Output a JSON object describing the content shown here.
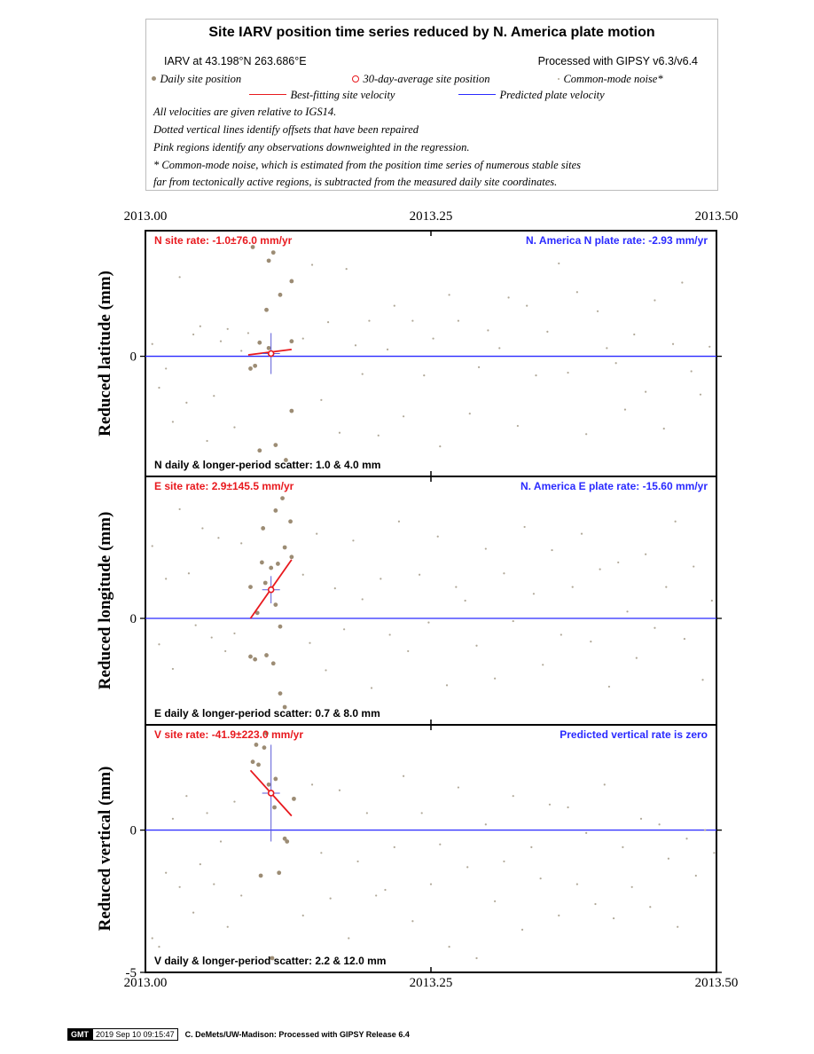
{
  "legend": {
    "title": "Site IARV position time series reduced by N. America plate motion",
    "site_coord": "IARV at 43.198°N 263.686°E",
    "processed": "Processed with GIPSY v6.3/v6.4",
    "items": {
      "daily": "Daily site position",
      "avg30": "30-day-average site position",
      "common_mode": "Common-mode noise*",
      "best_fit": "Best-fitting site velocity",
      "predicted": "Predicted plate velocity"
    },
    "notes": [
      "All velocities are given relative to IGS14.",
      "Dotted vertical lines identify offsets that have been repaired",
      "Pink regions identify any observations downweighted in the regression.",
      "* Common-mode noise, which is estimated from the position time series of numerous stable sites",
      "far from tectonically active regions, is subtracted from the measured daily site coordinates."
    ]
  },
  "colors": {
    "daily": "#9c8c74",
    "common_mode": "#b0a898",
    "site_rate": "#e8191e",
    "plate_rate": "#2a2aff",
    "error_bar": "#5a5ad8"
  },
  "footer": {
    "logo": "GMT",
    "timestamp": "2019 Sep 10 09:15:47",
    "credit": "C. DeMets/UW-Madison: Processed with GIPSY Release 6.4"
  },
  "chart_data": {
    "type": "scatter",
    "x_ticks": [
      "2013.00",
      "2013.25",
      "2013.50"
    ],
    "xlim": [
      2013.0,
      2013.5
    ],
    "panels": [
      {
        "id": "north",
        "ylabel": "Reduced latitude (mm)",
        "ylim": [
          -8.8,
          9.2
        ],
        "yticks": [
          {
            "value": 0,
            "label": "0"
          }
        ],
        "site_rate": "N site rate:  -1.0±76.0 mm/yr",
        "plate_rate": "N. America N plate rate: -2.93 mm/yr",
        "scatter": "N daily & longer-period scatter:   1.0 &   4.0 mm",
        "daily": [
          [
            2013.094,
            8.0
          ],
          [
            2013.112,
            7.6
          ],
          [
            2013.108,
            7.0
          ],
          [
            2013.128,
            5.5
          ],
          [
            2013.118,
            4.5
          ],
          [
            2013.106,
            3.4
          ],
          [
            2013.1,
            1.0
          ],
          [
            2013.128,
            1.1
          ],
          [
            2013.108,
            0.6
          ],
          [
            2013.092,
            -0.9
          ],
          [
            2013.096,
            -0.7
          ],
          [
            2013.128,
            -4.0
          ],
          [
            2013.114,
            -6.5
          ],
          [
            2013.1,
            -6.9
          ],
          [
            2013.123,
            -7.6
          ]
        ],
        "common_mode": [
          [
            2013.006,
            0.9
          ],
          [
            2013.012,
            -2.3
          ],
          [
            2013.018,
            -0.9
          ],
          [
            2013.024,
            -4.8
          ],
          [
            2013.03,
            5.8
          ],
          [
            2013.036,
            -3.4
          ],
          [
            2013.042,
            1.6
          ],
          [
            2013.048,
            2.2
          ],
          [
            2013.054,
            -6.2
          ],
          [
            2013.06,
            -2.9
          ],
          [
            2013.066,
            1.1
          ],
          [
            2013.072,
            2.0
          ],
          [
            2013.078,
            -5.2
          ],
          [
            2013.084,
            0.4
          ],
          [
            2013.09,
            1.7
          ],
          [
            2013.138,
            1.3
          ],
          [
            2013.146,
            6.7
          ],
          [
            2013.154,
            -3.2
          ],
          [
            2013.16,
            2.5
          ],
          [
            2013.17,
            -5.6
          ],
          [
            2013.176,
            6.4
          ],
          [
            2013.184,
            0.8
          ],
          [
            2013.19,
            -1.3
          ],
          [
            2013.196,
            2.6
          ],
          [
            2013.204,
            -5.8
          ],
          [
            2013.212,
            0.5
          ],
          [
            2013.218,
            3.7
          ],
          [
            2013.226,
            -4.4
          ],
          [
            2013.234,
            2.6
          ],
          [
            2013.244,
            -1.4
          ],
          [
            2013.252,
            1.3
          ],
          [
            2013.258,
            -6.6
          ],
          [
            2013.266,
            4.5
          ],
          [
            2013.274,
            2.6
          ],
          [
            2013.284,
            -4.2
          ],
          [
            2013.292,
            -0.8
          ],
          [
            2013.3,
            1.9
          ],
          [
            2013.31,
            0.6
          ],
          [
            2013.318,
            4.3
          ],
          [
            2013.326,
            -5.1
          ],
          [
            2013.334,
            3.7
          ],
          [
            2013.342,
            -1.4
          ],
          [
            2013.352,
            1.8
          ],
          [
            2013.362,
            6.8
          ],
          [
            2013.37,
            -1.2
          ],
          [
            2013.378,
            4.7
          ],
          [
            2013.386,
            -5.7
          ],
          [
            2013.396,
            3.3
          ],
          [
            2013.404,
            0.6
          ],
          [
            2013.412,
            -0.5
          ],
          [
            2013.42,
            -3.9
          ],
          [
            2013.428,
            1.6
          ],
          [
            2013.438,
            -2.6
          ],
          [
            2013.446,
            4.1
          ],
          [
            2013.454,
            -5.3
          ],
          [
            2013.462,
            0.9
          ],
          [
            2013.47,
            5.4
          ],
          [
            2013.478,
            -1.1
          ],
          [
            2013.486,
            -2.8
          ],
          [
            2013.494,
            0.7
          ]
        ],
        "avg": [
          [
            2013.11,
            0.2,
            1.5
          ]
        ],
        "fit": [
          [
            2013.09,
            0.1
          ],
          [
            2013.128,
            0.5
          ]
        ]
      },
      {
        "id": "east",
        "ylabel": "Reduced longitude (mm)",
        "ylim": [
          -7.8,
          10.4
        ],
        "yticks": [
          {
            "value": 0,
            "label": "0"
          }
        ],
        "site_rate": "E site rate:  2.9±145.5 mm/yr",
        "plate_rate": "N. America E plate rate: -15.60 mm/yr",
        "scatter": "E daily & longer-period scatter:   0.7 &   8.0 mm",
        "daily": [
          [
            2013.12,
            8.8
          ],
          [
            2013.114,
            7.9
          ],
          [
            2013.127,
            7.1
          ],
          [
            2013.103,
            6.6
          ],
          [
            2013.122,
            5.2
          ],
          [
            2013.128,
            4.5
          ],
          [
            2013.116,
            4.0
          ],
          [
            2013.102,
            4.1
          ],
          [
            2013.11,
            3.7
          ],
          [
            2013.092,
            2.3
          ],
          [
            2013.105,
            2.6
          ],
          [
            2013.098,
            0.4
          ],
          [
            2013.114,
            1.0
          ],
          [
            2013.118,
            -0.6
          ],
          [
            2013.106,
            -2.7
          ],
          [
            2013.092,
            -2.8
          ],
          [
            2013.096,
            -3.0
          ],
          [
            2013.112,
            -3.3
          ],
          [
            2013.118,
            -5.5
          ],
          [
            2013.122,
            -6.5
          ]
        ],
        "common_mode": [
          [
            2013.006,
            5.3
          ],
          [
            2013.012,
            -1.9
          ],
          [
            2013.018,
            2.9
          ],
          [
            2013.024,
            -3.7
          ],
          [
            2013.03,
            8.0
          ],
          [
            2013.038,
            3.3
          ],
          [
            2013.044,
            -0.5
          ],
          [
            2013.05,
            6.6
          ],
          [
            2013.058,
            -1.4
          ],
          [
            2013.064,
            5.9
          ],
          [
            2013.07,
            -2.4
          ],
          [
            2013.078,
            -1.1
          ],
          [
            2013.084,
            5.5
          ],
          [
            2013.138,
            3.2
          ],
          [
            2013.144,
            -1.8
          ],
          [
            2013.15,
            6.2
          ],
          [
            2013.158,
            -3.8
          ],
          [
            2013.166,
            2.2
          ],
          [
            2013.174,
            -0.8
          ],
          [
            2013.182,
            5.7
          ],
          [
            2013.19,
            1.4
          ],
          [
            2013.198,
            -5.1
          ],
          [
            2013.206,
            2.9
          ],
          [
            2013.214,
            -1.2
          ],
          [
            2013.222,
            7.1
          ],
          [
            2013.23,
            -2.4
          ],
          [
            2013.24,
            3.2
          ],
          [
            2013.248,
            -0.3
          ],
          [
            2013.256,
            6.0
          ],
          [
            2013.264,
            -4.9
          ],
          [
            2013.272,
            2.3
          ],
          [
            2013.28,
            1.3
          ],
          [
            2013.29,
            -2.0
          ],
          [
            2013.298,
            5.1
          ],
          [
            2013.306,
            -4.4
          ],
          [
            2013.314,
            3.3
          ],
          [
            2013.322,
            -0.2
          ],
          [
            2013.332,
            6.7
          ],
          [
            2013.34,
            1.8
          ],
          [
            2013.348,
            -3.4
          ],
          [
            2013.356,
            5.0
          ],
          [
            2013.364,
            -1.2
          ],
          [
            2013.374,
            2.3
          ],
          [
            2013.382,
            6.2
          ],
          [
            2013.39,
            -1.7
          ],
          [
            2013.398,
            3.6
          ],
          [
            2013.406,
            -5.0
          ],
          [
            2013.414,
            4.1
          ],
          [
            2013.422,
            0.5
          ],
          [
            2013.43,
            -2.9
          ],
          [
            2013.438,
            4.7
          ],
          [
            2013.446,
            -0.7
          ],
          [
            2013.456,
            2.3
          ],
          [
            2013.464,
            7.1
          ],
          [
            2013.472,
            -1.5
          ],
          [
            2013.48,
            3.8
          ],
          [
            2013.488,
            -4.5
          ],
          [
            2013.496,
            1.3
          ]
        ],
        "avg": [
          [
            2013.11,
            2.1,
            1.0
          ]
        ],
        "fit": [
          [
            2013.092,
            0.0
          ],
          [
            2013.128,
            4.3
          ]
        ]
      },
      {
        "id": "vertical",
        "ylabel": "Reduced vertical (mm)",
        "ylim": [
          -5.0,
          3.7
        ],
        "yticks": [
          {
            "value": 0,
            "label": "0"
          },
          {
            "value": -5,
            "label": "-5"
          }
        ],
        "site_rate": "V site rate: -41.9±223.0 mm/yr",
        "plate_rate": "Predicted vertical rate is zero",
        "scatter": "V daily & longer-period scatter:   2.2 &  12.0 mm",
        "daily": [
          [
            2013.106,
            3.4
          ],
          [
            2013.097,
            3.0
          ],
          [
            2013.104,
            2.9
          ],
          [
            2013.094,
            2.4
          ],
          [
            2013.099,
            2.3
          ],
          [
            2013.114,
            1.8
          ],
          [
            2013.108,
            1.6
          ],
          [
            2013.13,
            1.1
          ],
          [
            2013.113,
            0.8
          ],
          [
            2013.122,
            -0.3
          ],
          [
            2013.124,
            -0.4
          ],
          [
            2013.101,
            -1.6
          ],
          [
            2013.117,
            -1.5
          ],
          [
            2013.111,
            -4.5
          ]
        ],
        "common_mode": [
          [
            2013.006,
            -3.8
          ],
          [
            2013.012,
            -4.1
          ],
          [
            2013.018,
            -1.5
          ],
          [
            2013.024,
            0.4
          ],
          [
            2013.03,
            -2.0
          ],
          [
            2013.036,
            1.2
          ],
          [
            2013.042,
            -2.9
          ],
          [
            2013.048,
            -1.2
          ],
          [
            2013.054,
            0.6
          ],
          [
            2013.06,
            -1.9
          ],
          [
            2013.066,
            -0.4
          ],
          [
            2013.072,
            -3.4
          ],
          [
            2013.078,
            1.0
          ],
          [
            2013.084,
            -2.3
          ],
          [
            2013.138,
            -3.0
          ],
          [
            2013.146,
            1.6
          ],
          [
            2013.154,
            -0.8
          ],
          [
            2013.162,
            -2.4
          ],
          [
            2013.17,
            1.4
          ],
          [
            2013.178,
            -3.8
          ],
          [
            2013.186,
            -1.1
          ],
          [
            2013.194,
            0.6
          ],
          [
            2013.202,
            -2.3
          ],
          [
            2013.21,
            -2.1
          ],
          [
            2013.218,
            -0.6
          ],
          [
            2013.226,
            1.9
          ],
          [
            2013.234,
            -3.2
          ],
          [
            2013.242,
            0.6
          ],
          [
            2013.25,
            -1.9
          ],
          [
            2013.258,
            -0.5
          ],
          [
            2013.266,
            -4.1
          ],
          [
            2013.274,
            1.5
          ],
          [
            2013.282,
            -1.3
          ],
          [
            2013.29,
            -4.5
          ],
          [
            2013.298,
            0.2
          ],
          [
            2013.306,
            -2.5
          ],
          [
            2013.314,
            -1.1
          ],
          [
            2013.322,
            1.2
          ],
          [
            2013.33,
            -3.5
          ],
          [
            2013.338,
            -0.6
          ],
          [
            2013.346,
            -1.7
          ],
          [
            2013.354,
            0.9
          ],
          [
            2013.362,
            -3.0
          ],
          [
            2013.37,
            0.8
          ],
          [
            2013.378,
            -1.9
          ],
          [
            2013.386,
            -0.1
          ],
          [
            2013.394,
            -2.6
          ],
          [
            2013.402,
            1.6
          ],
          [
            2013.41,
            -3.1
          ],
          [
            2013.418,
            -0.6
          ],
          [
            2013.426,
            -2.0
          ],
          [
            2013.434,
            0.4
          ],
          [
            2013.442,
            -2.7
          ],
          [
            2013.45,
            0.2
          ],
          [
            2013.458,
            -1.0
          ],
          [
            2013.466,
            -3.4
          ],
          [
            2013.474,
            -0.3
          ],
          [
            2013.482,
            -1.6
          ],
          [
            2013.49,
            0.0
          ],
          [
            2013.498,
            -0.8
          ]
        ],
        "avg": [
          [
            2013.11,
            1.3,
            1.7
          ]
        ],
        "fit": [
          [
            2013.092,
            2.1
          ],
          [
            2013.128,
            0.5
          ]
        ]
      }
    ]
  }
}
